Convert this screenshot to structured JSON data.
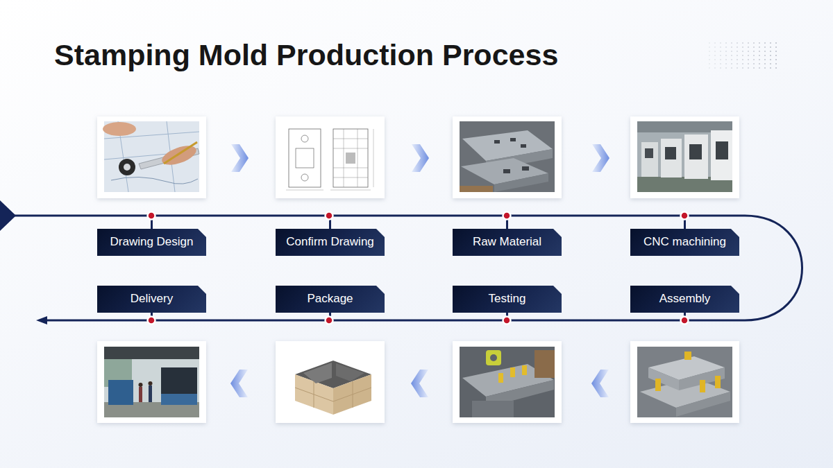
{
  "diagram": {
    "title": "Stamping Mold Production Process",
    "nodes": [
      {
        "text": [
          "Drawing Design"
        ]
      },
      {
        "text": [
          "Confirm Drawing"
        ]
      },
      {
        "text": [
          "Raw Material"
        ]
      },
      {
        "text": [
          "CNC machining"
        ]
      },
      {
        "text": [
          "Assembly"
        ]
      },
      {
        "text": [
          "Testing"
        ]
      },
      {
        "text": [
          "Package"
        ]
      },
      {
        "text": [
          "Delivery"
        ]
      }
    ],
    "edges": [
      {
        "from": 0,
        "to": 1,
        "arrow": "none"
      },
      {
        "from": 1,
        "to": 2,
        "arrow": "none"
      },
      {
        "from": 2,
        "to": 3,
        "arrow": "none"
      },
      {
        "from": 3,
        "to": 4,
        "arrow": "none"
      },
      {
        "from": 4,
        "to": 5,
        "arrow": "none"
      },
      {
        "from": 5,
        "to": 6,
        "arrow": "none"
      },
      {
        "from": 6,
        "to": 7,
        "arrow": "none"
      }
    ]
  }
}
